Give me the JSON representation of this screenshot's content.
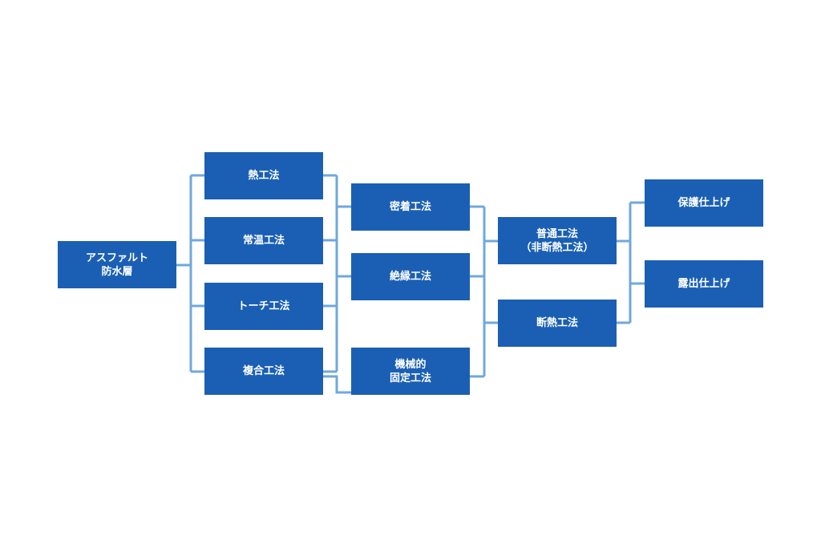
{
  "diagram": {
    "root": {
      "label": "アスファルト\n防水層"
    },
    "methods": [
      {
        "label": "熱工法"
      },
      {
        "label": "常温工法"
      },
      {
        "label": "トーチ工法"
      },
      {
        "label": "複合工法"
      }
    ],
    "attachment": [
      {
        "label": "密着工法"
      },
      {
        "label": "絶縁工法"
      },
      {
        "label": "機械的\n固定工法"
      }
    ],
    "insulation": [
      {
        "label": "普通工法\n（非断熱工法）"
      },
      {
        "label": "断熱工法"
      }
    ],
    "finish": [
      {
        "label": "保護仕上げ"
      },
      {
        "label": "露出仕上げ"
      }
    ],
    "colors": {
      "box": "#1a5fb4",
      "text": "#ffffff",
      "connector": "#6fa8dc"
    }
  }
}
